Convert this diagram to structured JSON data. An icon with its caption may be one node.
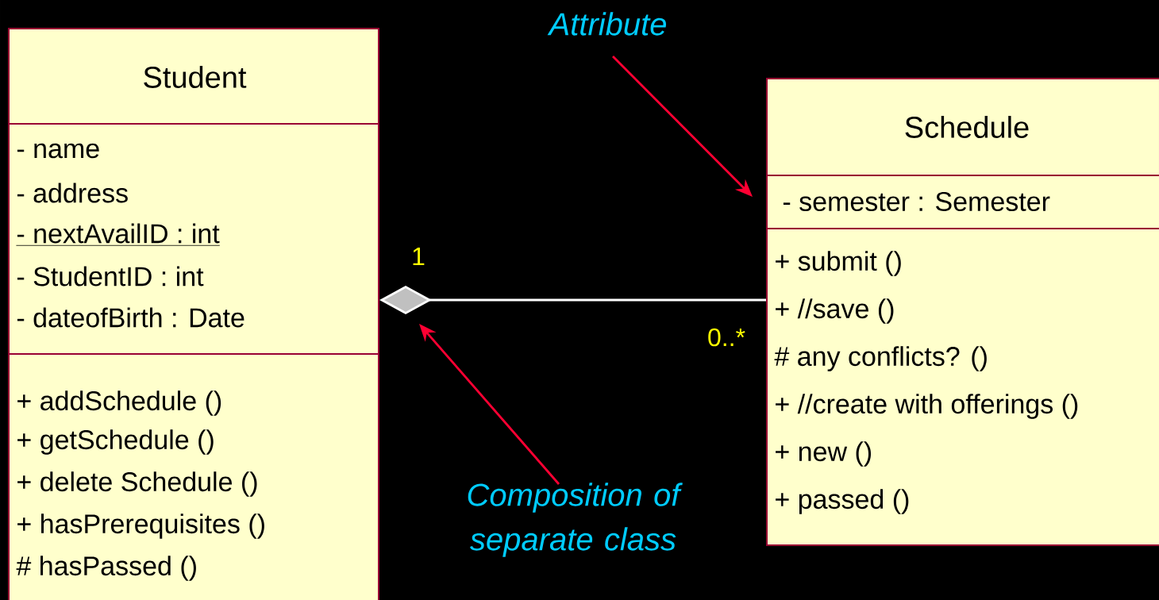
{
  "diagram": {
    "nodes": [
      {
        "text": [
          "Student"
        ]
      },
      {
        "text": [
          "- name",
          "- address",
          "- nextAvailID : int",
          "- StudentID : int",
          "- dateofBirth : Date"
        ],
        "in": 0
      },
      {
        "text": [
          "+ addSchedule ()",
          "+ getSchedule ()",
          "+ delete Schedule ()",
          "+ hasPrerequisites ()",
          "# hasPassed ()"
        ],
        "in": 0
      },
      {
        "text": [
          "Schedule"
        ]
      },
      {
        "text": [
          "- semester : Semester"
        ],
        "in": 3
      },
      {
        "text": [
          "+ submit ()",
          "+ //save ()",
          "# any conflicts? ()",
          "+ //create with offerings ()",
          "+ new ()",
          "+ passed ()"
        ],
        "in": 3
      },
      {
        "text": [
          "Attribute"
        ]
      },
      {
        "text": [
          "Composition of separate class"
        ]
      }
    ],
    "edges": [
      {
        "from": 0,
        "to": 3,
        "arrow": "other",
        "color": "#ffffff"
      },
      {
        "from": 6,
        "to": 4,
        "arrow": "to",
        "color": "#ff0033"
      },
      {
        "from": 7,
        "to": null,
        "arrow": "to",
        "color": "#ff0033"
      }
    ],
    "labels": [
      "1",
      "0..*"
    ]
  }
}
